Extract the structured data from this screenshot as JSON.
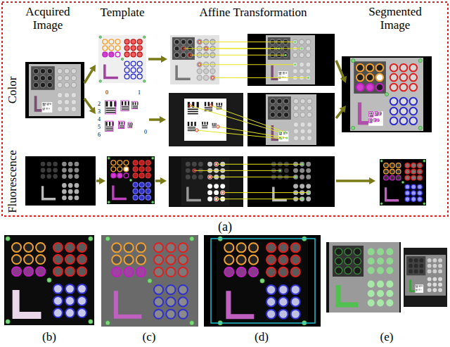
{
  "diagram": {
    "labels": [
      "Acquired Image",
      "Template",
      "Affine Transformation",
      "Segmented Image",
      "Color",
      "Fluorescence",
      "0",
      "1",
      "2",
      "3",
      "4",
      "5",
      "6",
      "0",
      "(a)",
      "(b)",
      "(c)",
      "(d)",
      "(e)"
    ]
  }
}
